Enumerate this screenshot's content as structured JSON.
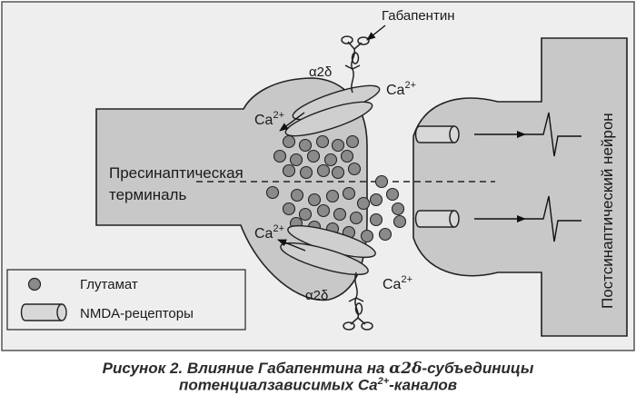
{
  "labels": {
    "gabapentin": "Габапентин",
    "alpha2delta": "α2δ",
    "ca_base": "Ca",
    "ca_sup": "2+",
    "presynaptic_line1": "Пресинаптическая",
    "presynaptic_line2": "терминаль",
    "postsynaptic": "Постсинаптический нейрон"
  },
  "legend": {
    "glutamate": "Глутамат",
    "nmda": "NMDA-рецепторы"
  },
  "caption": {
    "line1_prefix": "Рисунок 2. Влияние Габапентина на ",
    "line1_symbol": "α2δ",
    "line1_suffix": "-субъединицы",
    "line2_prefix": "потенциалзависимых Ca",
    "line2_sup": "2+",
    "line2_suffix": "-каналов"
  },
  "colors": {
    "frame_bg": "#eeeeee",
    "cell_fill": "#c8c8c8",
    "vesicle": "#8a8a8a",
    "stroke": "#222222"
  }
}
